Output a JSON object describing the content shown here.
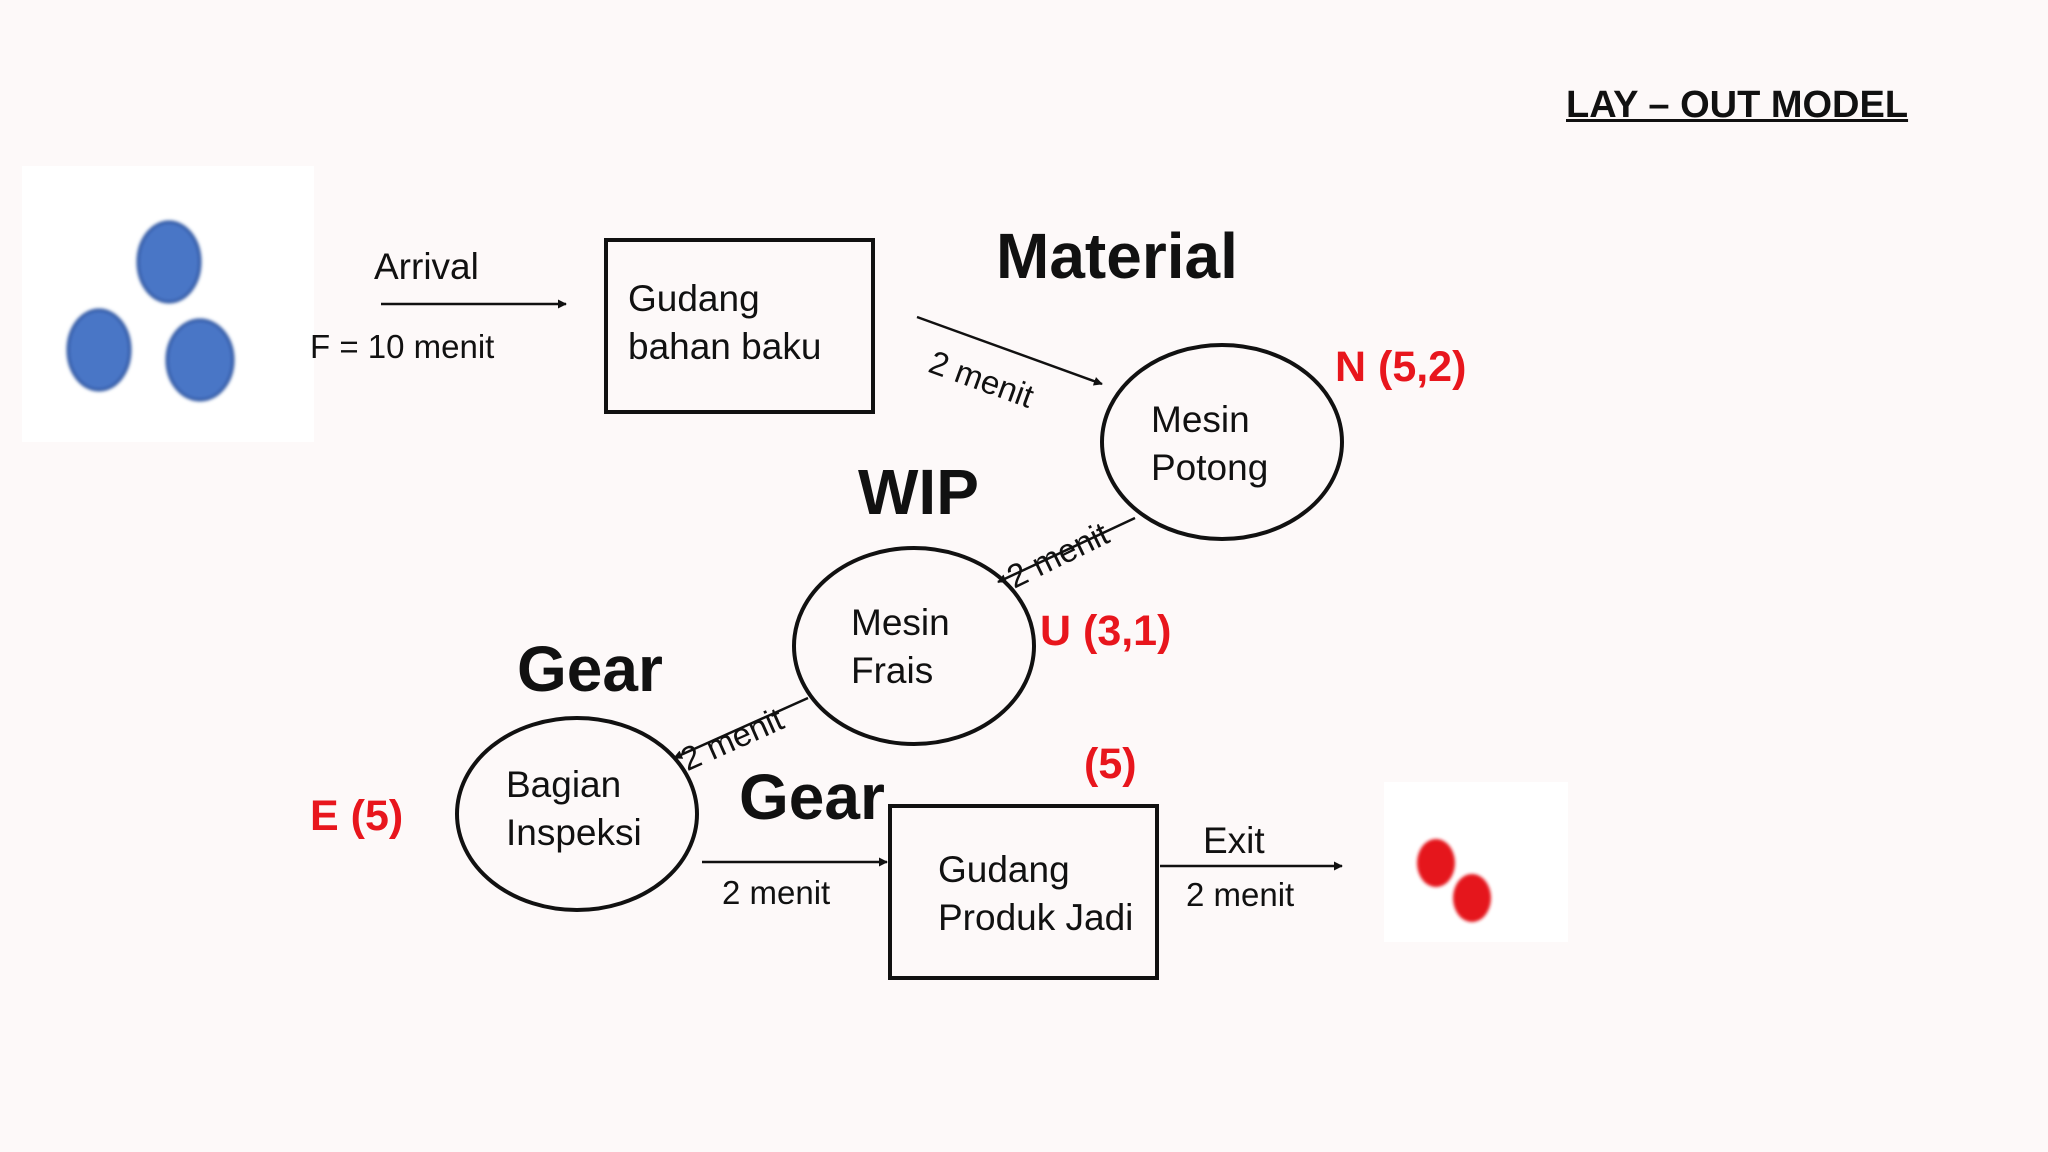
{
  "title": "LAY – OUT MODEL",
  "arrival": {
    "label": "Arrival",
    "formula": "F = 10 menit"
  },
  "nodes": {
    "gudang_bahan_baku": {
      "line1": "Gudang",
      "line2": "bahan baku"
    },
    "mesin_potong": {
      "line1": "Mesin",
      "line2": "Potong"
    },
    "mesin_frais": {
      "line1": "Mesin",
      "line2": "Frais"
    },
    "bagian_inspeksi": {
      "line1": "Bagian",
      "line2": "Inspeksi"
    },
    "gudang_produk_jadi": {
      "line1": "Gudang",
      "line2": "Produk Jadi"
    }
  },
  "entity_labels": {
    "material": "Material",
    "wip": "WIP",
    "gear1": "Gear",
    "gear2": "Gear"
  },
  "distributions": {
    "mesin_potong": "N (5,2)",
    "mesin_frais": "U (3,1)",
    "bagian_inspeksi": "E (5)",
    "gudang_produk_jadi": "(5)"
  },
  "edges": {
    "bahan_to_potong": "2 menit",
    "potong_to_frais": "2 menit",
    "frais_to_inspeksi": "2 menit",
    "inspeksi_to_produk": "2 menit",
    "exit_label": "Exit",
    "exit_time": "2 menit"
  },
  "colors": {
    "entity_blue": "#4a76c6",
    "entity_red": "#e5161d",
    "distribution_red": "#e8161d"
  }
}
